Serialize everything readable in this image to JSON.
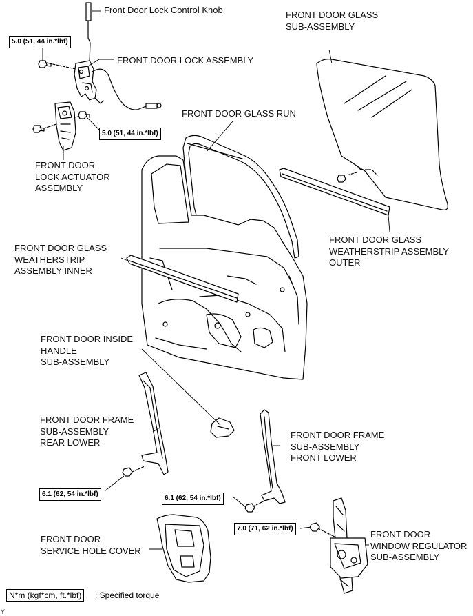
{
  "parts": {
    "lock_control_knob": "Front Door Lock Control Knob",
    "door_lock_assembly": "FRONT DOOR LOCK ASSEMBLY",
    "lock_actuator": "FRONT DOOR\nLOCK ACTUATOR\nASSEMBLY",
    "glass_sub_assembly": "FRONT DOOR GLASS\nSUB-ASSEMBLY",
    "glass_run": "FRONT DOOR GLASS RUN",
    "weatherstrip_outer": "FRONT DOOR GLASS\nWEATHERSTRIP ASSEMBLY\nOUTER",
    "weatherstrip_inner": "FRONT DOOR GLASS\nWEATHERSTRIP\nASSEMBLY INNER",
    "inside_handle": "FRONT DOOR INSIDE\nHANDLE\nSUB-ASSEMBLY",
    "frame_rear_lower": "FRONT DOOR FRAME\nSUB-ASSEMBLY\nREAR LOWER",
    "frame_front_lower": "FRONT DOOR FRAME\nSUB-ASSEMBLY\nFRONT LOWER",
    "service_hole_cover": "FRONT DOOR\nSERVICE HOLE COVER",
    "window_regulator": "FRONT DOOR\nWINDOW REGULATOR\nSUB-ASSEMBLY"
  },
  "torques": {
    "lock_upper": "5.0 (51, 44 in.*lbf)",
    "lock_lower": "5.0 (51, 44 in.*lbf)",
    "frame_rear": "6.1 (62, 54 in.*lbf)",
    "frame_front": "6.1 (62, 54 in.*lbf)",
    "regulator": "7.0 (71, 62 in.*lbf)"
  },
  "legend": {
    "unit": "N*m (kgf*cm, ft.*lbf)",
    "text": ": Specified torque"
  },
  "corner_mark": "Y"
}
